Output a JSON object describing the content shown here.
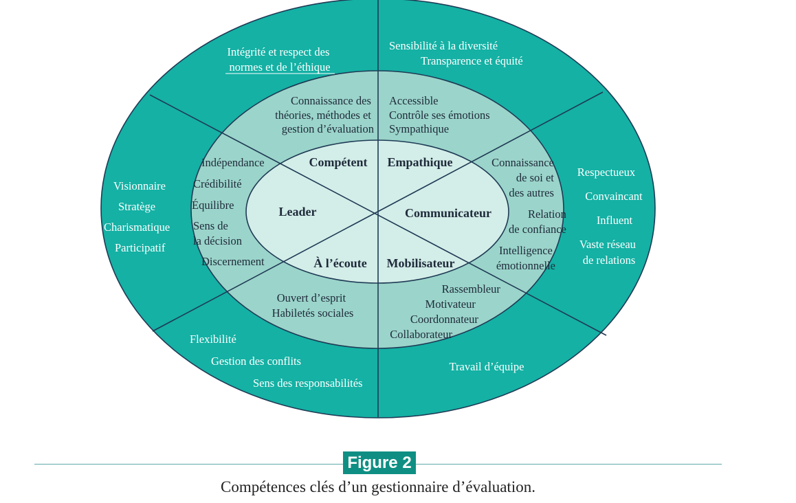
{
  "colors": {
    "outer": "#14b1a4",
    "middle": "#9bd4ca",
    "inner": "#d3ede8",
    "lines": "#1f3a55",
    "badge": "#0f8f83"
  },
  "outer": {
    "top_left": [
      "Intégrité et respect des",
      "normes et de l’éthique"
    ],
    "top_right": [
      "Sensibilité à la diversité",
      "Transparence et équité"
    ],
    "left": [
      "Visionnaire",
      "Stratège",
      "Charismatique",
      "Participatif"
    ],
    "right": [
      "Respectueux",
      "Convaincant",
      "Influent",
      "Vaste réseau",
      "de relations"
    ],
    "bottom_left": [
      "Flexibilité",
      "Gestion des conflits",
      "Sens des responsabilités"
    ],
    "bottom_right": [
      "Travail d’équipe"
    ]
  },
  "middle": {
    "top_left": [
      "Connaissance des",
      "théories, méthodes et",
      "gestion d’évaluation"
    ],
    "top_right": [
      "Accessible",
      "Contrôle ses émotions",
      "Sympathique"
    ],
    "left": [
      "Indépendance",
      "Crédibilité",
      "Équilibre",
      "Sens de",
      "la décision",
      "Discernement"
    ],
    "right": [
      "Connaissance",
      "de soi et",
      "des autres",
      "Relation",
      "de confiance",
      "Intelligence",
      "émotionnelle"
    ],
    "bottom_left": [
      "Ouvert d’esprit",
      "Habiletés sociales"
    ],
    "bottom_right": [
      "Rassembleur",
      "Motivateur",
      "Coordonnateur",
      "Collaborateur"
    ]
  },
  "core": {
    "competent": "Compétent",
    "empathique": "Empathique",
    "leader": "Leader",
    "communicateur": "Communicateur",
    "ecoute": "À l’écoute",
    "mobilisateur": "Mobilisateur"
  },
  "figure": {
    "label": "Figure 2",
    "caption": "Compétences clés d’un gestionnaire d’évaluation."
  }
}
